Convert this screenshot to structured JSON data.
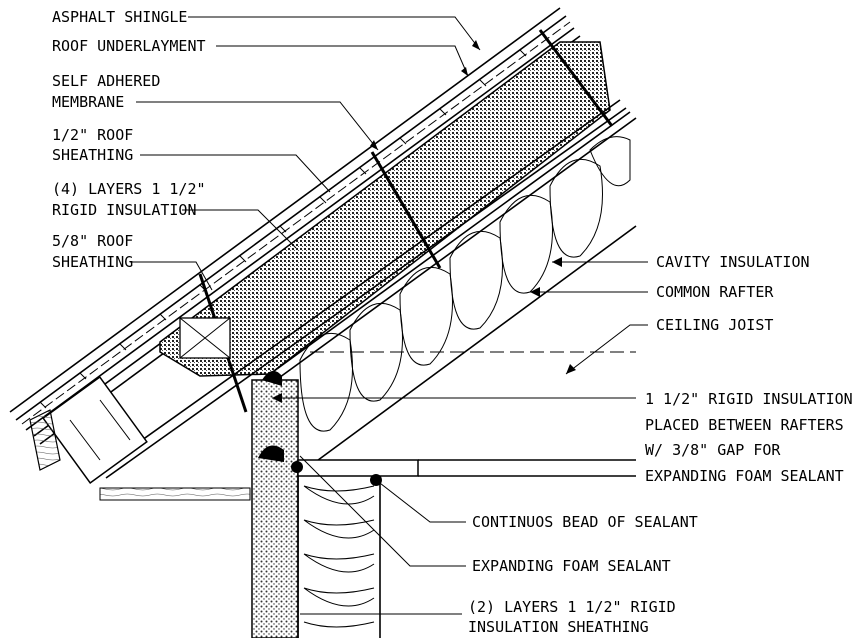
{
  "left_labels": [
    {
      "lines": [
        "ASPHALT SHINGLE"
      ]
    },
    {
      "lines": [
        "ROOF UNDERLAYMENT"
      ]
    },
    {
      "lines": [
        "SELF ADHERED",
        "MEMBRANE"
      ]
    },
    {
      "lines": [
        "1/2\" ROOF",
        "SHEATHING"
      ]
    },
    {
      "lines": [
        "(4) LAYERS 1 1/2\"",
        "RIGID INSULATION"
      ]
    },
    {
      "lines": [
        "5/8\" ROOF",
        "SHEATHING"
      ]
    }
  ],
  "right_labels": [
    {
      "lines": [
        "CAVITY INSULATION"
      ]
    },
    {
      "lines": [
        "COMMON RAFTER"
      ]
    },
    {
      "lines": [
        "CEILING JOIST"
      ]
    },
    {
      "lines": [
        "1 1/2\" RIGID INSULATION",
        "PLACED BETWEEN RAFTERS",
        "W/ 3/8\" GAP FOR",
        "EXPANDING FOAM SEALANT"
      ]
    },
    {
      "lines": [
        "CONTINUOS BEAD OF SEALANT"
      ]
    },
    {
      "lines": [
        "EXPANDING FOAM SEALANT"
      ]
    },
    {
      "lines": [
        "(2) LAYERS 1 1/2\" RIGID",
        "INSULATION SHEATHING"
      ]
    }
  ]
}
